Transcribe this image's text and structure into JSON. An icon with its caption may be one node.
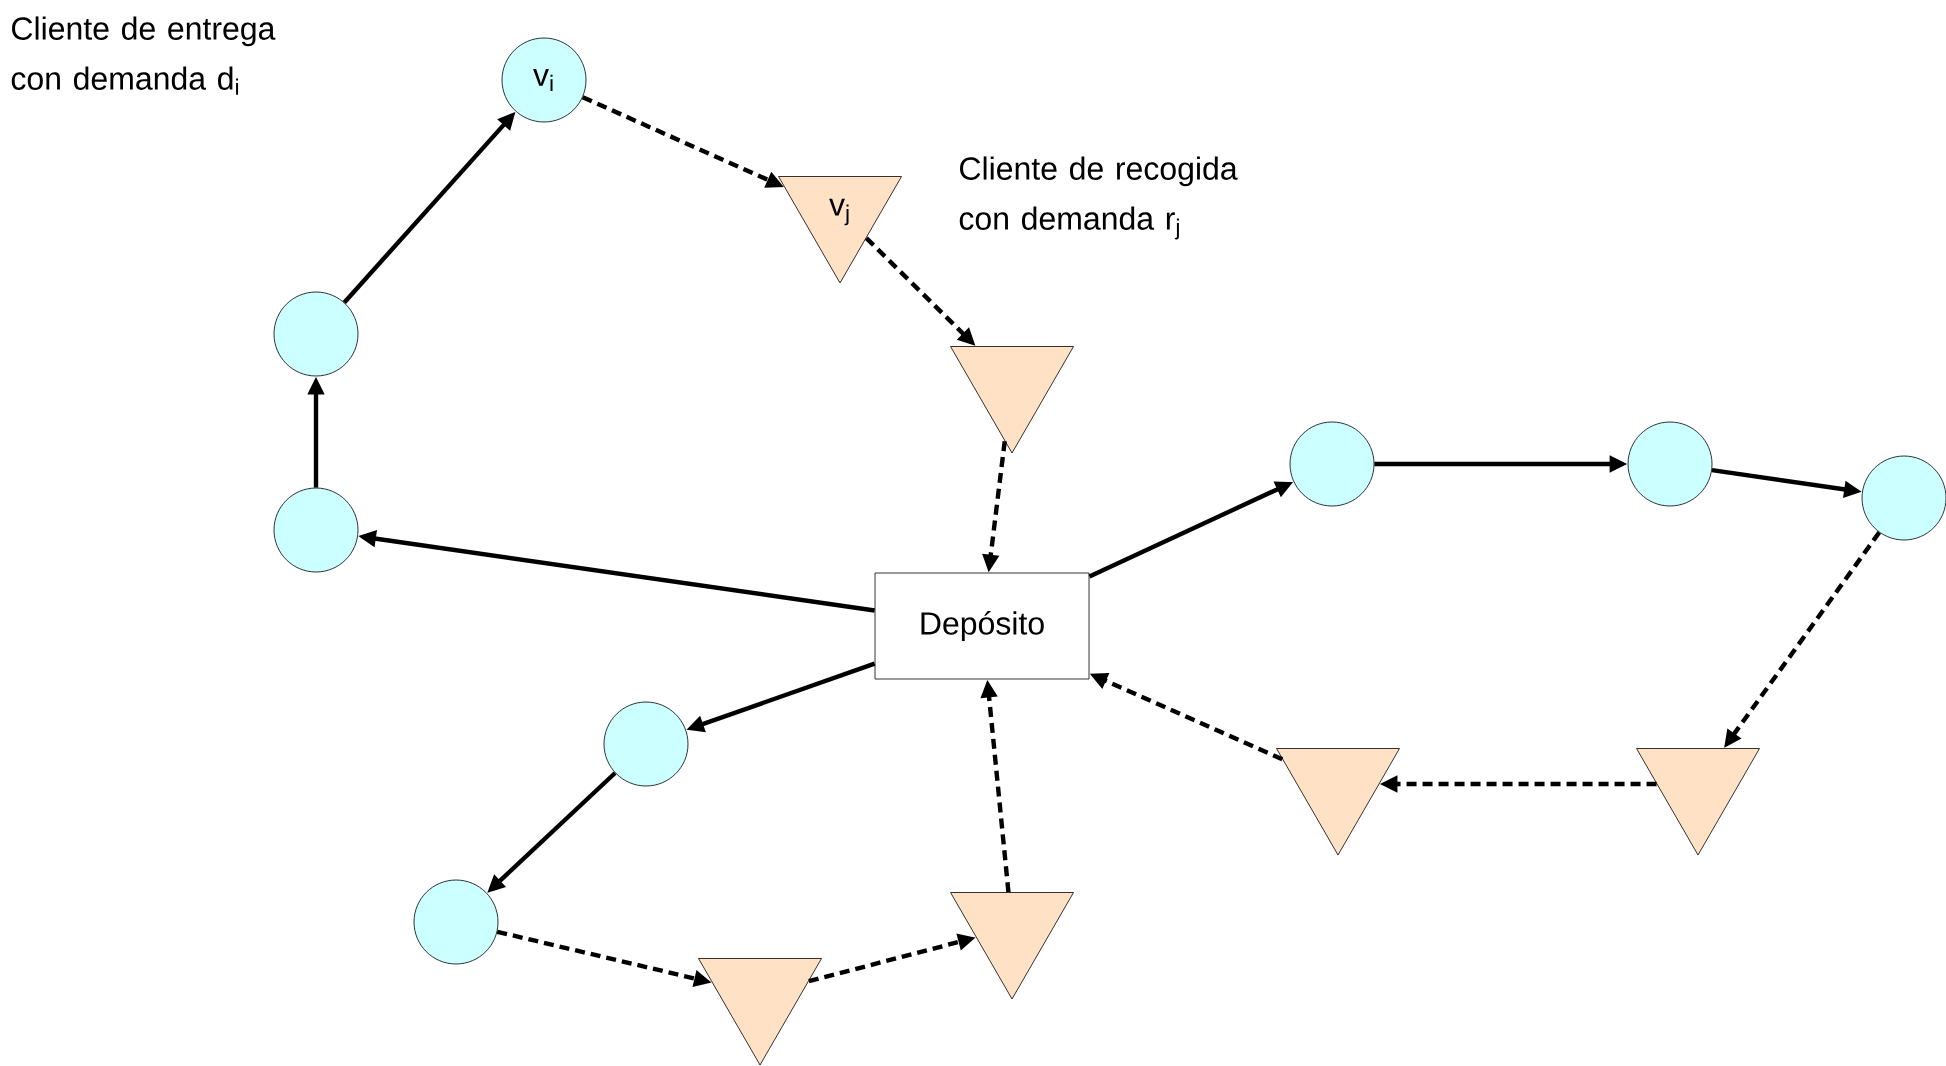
{
  "diagram": {
    "nodes": [
      {
        "text": [
          "v$_{i}$"
        ]
      },
      {
        "text": [
          "v$_{j}$"
        ]
      },
      {
        "text": [],
        "shape": "circle"
      },
      {
        "text": [],
        "shape": "triangle"
      },
      {
        "text": [],
        "shape": "circle"
      },
      {
        "text": [],
        "shape": "circle"
      },
      {
        "text": [],
        "shape": "circle"
      },
      {
        "text": [],
        "shape": "circle"
      },
      {
        "text": [
          "Depósito"
        ]
      },
      {
        "text": [],
        "shape": "circle"
      },
      {
        "text": [],
        "shape": "triangle"
      },
      {
        "text": [],
        "shape": "triangle"
      },
      {
        "text": [],
        "shape": "circle"
      },
      {
        "text": [],
        "shape": "triangle"
      },
      {
        "text": [],
        "shape": "triangle"
      }
    ],
    "edges": [
      {
        "from": 8,
        "to": 4,
        "arrow": "to"
      },
      {
        "from": 4,
        "to": 2,
        "arrow": "to"
      },
      {
        "from": 2,
        "to": 0,
        "arrow": "to"
      },
      {
        "from": 0,
        "to": 1,
        "arrow": "to",
        "style": "dashed"
      },
      {
        "from": 1,
        "to": 3,
        "arrow": "to",
        "style": "dashed"
      },
      {
        "from": 3,
        "to": 8,
        "arrow": "to",
        "style": "dashed"
      },
      {
        "from": 8,
        "to": 5,
        "arrow": "to"
      },
      {
        "from": 5,
        "to": 6,
        "arrow": "to"
      },
      {
        "from": 6,
        "to": 7,
        "arrow": "to"
      },
      {
        "from": 7,
        "to": 11,
        "arrow": "to",
        "style": "dashed"
      },
      {
        "from": 11,
        "to": 10,
        "arrow": "to",
        "style": "dashed"
      },
      {
        "from": 10,
        "to": 8,
        "arrow": "to",
        "style": "dashed"
      },
      {
        "from": 8,
        "to": 9,
        "arrow": "to"
      },
      {
        "from": 9,
        "to": 12,
        "arrow": "to"
      },
      {
        "from": 12,
        "to": 14,
        "arrow": "to",
        "style": "dashed"
      },
      {
        "from": 14,
        "to": 13,
        "arrow": "to",
        "style": "dashed"
      },
      {
        "from": 13,
        "to": 8,
        "arrow": "to",
        "style": "dashed"
      }
    ],
    "labels": [
      "Cliente de entrega con demanda d$_{i}$",
      "Cliente de recogida con demanda r$_{j}$"
    ]
  }
}
